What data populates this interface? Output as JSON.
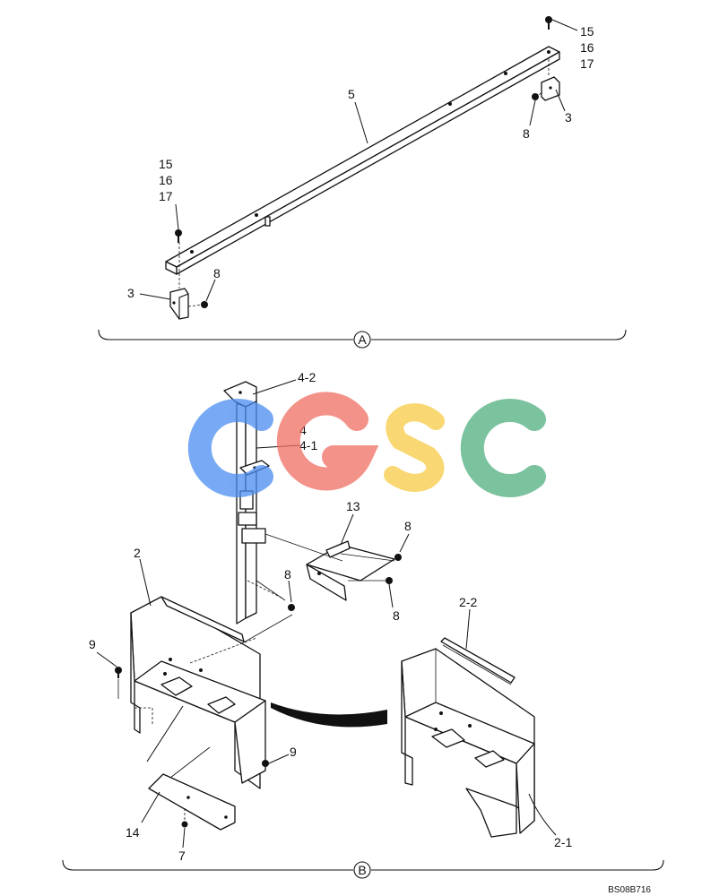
{
  "section_a": {
    "marker": "A",
    "callouts": {
      "beam": "5",
      "bracket_right": "3",
      "bracket_left": "3",
      "bolt_right": "8",
      "bolt_left": "8",
      "hw_right": [
        "15",
        "16",
        "17"
      ],
      "hw_left": [
        "15",
        "16",
        "17"
      ]
    }
  },
  "section_b": {
    "marker": "B",
    "callouts": {
      "post_top": "4-2",
      "post": "4",
      "post_mid": "4-1",
      "bracket": "13",
      "bolt_bracket_top": "8",
      "bolt_bracket_bottom": "8",
      "bolt_post": "8",
      "cover": "2",
      "bolt_cover_left": "9",
      "bolt_cover_right": "9",
      "plate": "14",
      "bolt_plate": "7",
      "strip": "2-2",
      "cover_body": "2-1"
    }
  },
  "watermark": {
    "letters": [
      "C",
      "G",
      "S",
      "C"
    ],
    "colors": [
      "#4a8cf0",
      "#ef6e62",
      "#f7cc45",
      "#4fb07e"
    ]
  },
  "drawing_code": "BS08B716"
}
